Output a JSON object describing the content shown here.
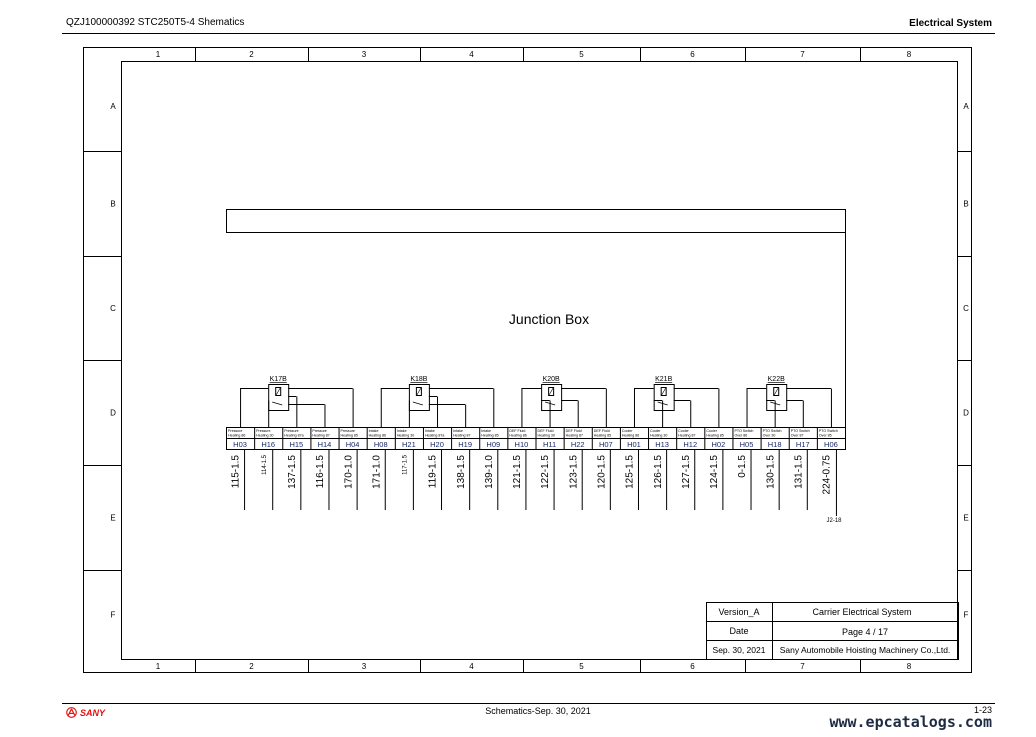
{
  "header": {
    "doc_id": "QZJ100000392 STC250T5-4 Shematics",
    "section": "Electrical System"
  },
  "frame": {
    "columns": [
      "1",
      "2",
      "3",
      "4",
      "5",
      "6",
      "7",
      "8"
    ],
    "rows": [
      "A",
      "B",
      "C",
      "D",
      "E",
      "F"
    ]
  },
  "junction_box": {
    "title": "Junction Box"
  },
  "relays": [
    {
      "name": "K17B",
      "start": 0,
      "count": 5
    },
    {
      "name": "K18B",
      "start": 5,
      "count": 5
    },
    {
      "name": "K20B",
      "start": 10,
      "count": 4
    },
    {
      "name": "K21B",
      "start": 14,
      "count": 4
    },
    {
      "name": "K22B",
      "start": 18,
      "count": 4
    }
  ],
  "terminals": [
    {
      "desc": [
        "Pressure",
        "Heating 86"
      ],
      "code": "H03",
      "wire": "115-1.5"
    },
    {
      "desc": [
        "Pressure",
        "Heating 30"
      ],
      "code": "H16",
      "wire": "114-1.5",
      "small": true
    },
    {
      "desc": [
        "Pressure",
        "Heating 87a"
      ],
      "code": "H15",
      "wire": "137-1.5"
    },
    {
      "desc": [
        "Pressure",
        "Heating 87"
      ],
      "code": "H14",
      "wire": "116-1.5"
    },
    {
      "desc": [
        "Pressure",
        "Heating 85"
      ],
      "code": "H04",
      "wire": "170-1.0"
    },
    {
      "desc": [
        "Intake",
        "Heating 86"
      ],
      "code": "H08",
      "wire": "171-1.0"
    },
    {
      "desc": [
        "Intake",
        "Heating 30"
      ],
      "code": "H21",
      "wire": "117-1.5",
      "small": true
    },
    {
      "desc": [
        "Intake",
        "Heating 87a"
      ],
      "code": "H20",
      "wire": "119-1.5"
    },
    {
      "desc": [
        "Intake",
        "Heating 87"
      ],
      "code": "H19",
      "wire": "138-1.5"
    },
    {
      "desc": [
        "Intake",
        "Heating 85"
      ],
      "code": "H09",
      "wire": "139-1.0"
    },
    {
      "desc": [
        "DEF Fluid",
        "Heating 86"
      ],
      "code": "H10",
      "wire": "121-1.5"
    },
    {
      "desc": [
        "DEF Fluid",
        "Heating 30"
      ],
      "code": "H11",
      "wire": "122-1.5"
    },
    {
      "desc": [
        "DEF Fluid",
        "Heating 87"
      ],
      "code": "H22",
      "wire": "123-1.5"
    },
    {
      "desc": [
        "DEF Fluid",
        "Heating 85"
      ],
      "code": "H07",
      "wire": "120-1.5"
    },
    {
      "desc": [
        "Cooler",
        "Heating 86"
      ],
      "code": "H01",
      "wire": "125-1.5"
    },
    {
      "desc": [
        "Cooler",
        "Heating 30"
      ],
      "code": "H13",
      "wire": "126-1.5"
    },
    {
      "desc": [
        "Cooler",
        "Heating 87"
      ],
      "code": "H12",
      "wire": "127-1.5"
    },
    {
      "desc": [
        "Cooler",
        "Heating 85"
      ],
      "code": "H02",
      "wire": "124-1.5"
    },
    {
      "desc": [
        "PTO Switch",
        "Over 86"
      ],
      "code": "H05",
      "wire": "0-1.5"
    },
    {
      "desc": [
        "PTO Switch",
        "Over 30"
      ],
      "code": "H18",
      "wire": "130-1.5"
    },
    {
      "desc": [
        "PTO Switch",
        "Over 87"
      ],
      "code": "H17",
      "wire": "131-1.5"
    },
    {
      "desc": [
        "PTO Switch",
        "Over 85"
      ],
      "code": "H06",
      "wire": "224-0.75"
    }
  ],
  "connector_ref": "J2-18",
  "title_block": {
    "version": "Version_A",
    "system": "Carrier Electrical System",
    "date_label": "Date",
    "page": "Page 4 / 17",
    "date": "Sep. 30, 2021",
    "company": "Sany Automobile Hoisting Machinery Co.,Ltd."
  },
  "footer": {
    "logo": "SANY",
    "center": "Schematics-Sep. 30, 2021",
    "page_no": "1-23",
    "watermark": "www.epcatalogs.com"
  }
}
